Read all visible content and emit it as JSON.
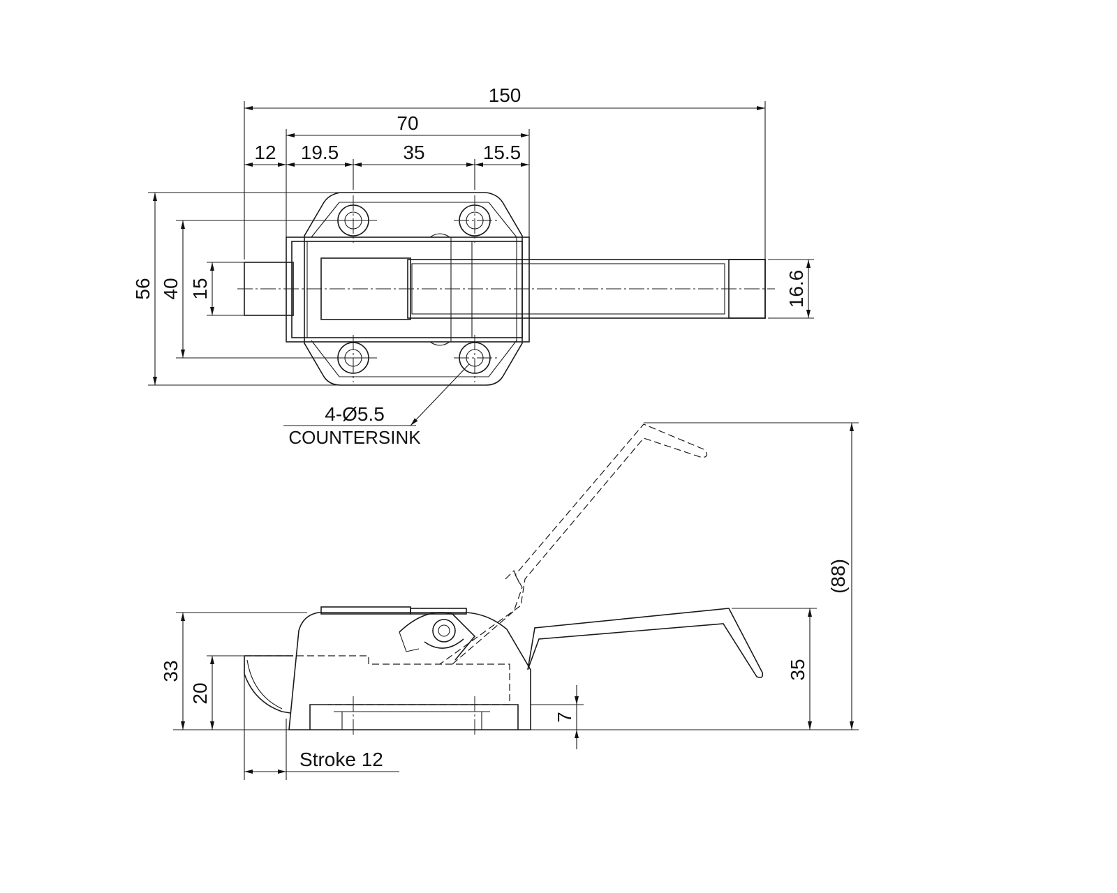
{
  "top_view": {
    "dimensions": {
      "overall_length": "150",
      "base_length": "70",
      "offset_left": "12",
      "offset_19_5": "19.5",
      "hole_spacing": "35",
      "offset_right": "15.5",
      "overall_height": "56",
      "hole_vertical_spacing": "40",
      "bolt_height": "15",
      "handle_height": "16.6"
    },
    "hole_callout": {
      "spec": "4-Ø5.5",
      "note": "COUNTERSINK"
    }
  },
  "side_view": {
    "dimensions": {
      "body_height": "33",
      "bolt_height": "20",
      "open_height": "(88)",
      "handle_height": "35",
      "base_thickness": "7",
      "stroke": "Stroke 12"
    }
  },
  "colors": {
    "line": "#1a1a1a",
    "background": "#ffffff"
  }
}
